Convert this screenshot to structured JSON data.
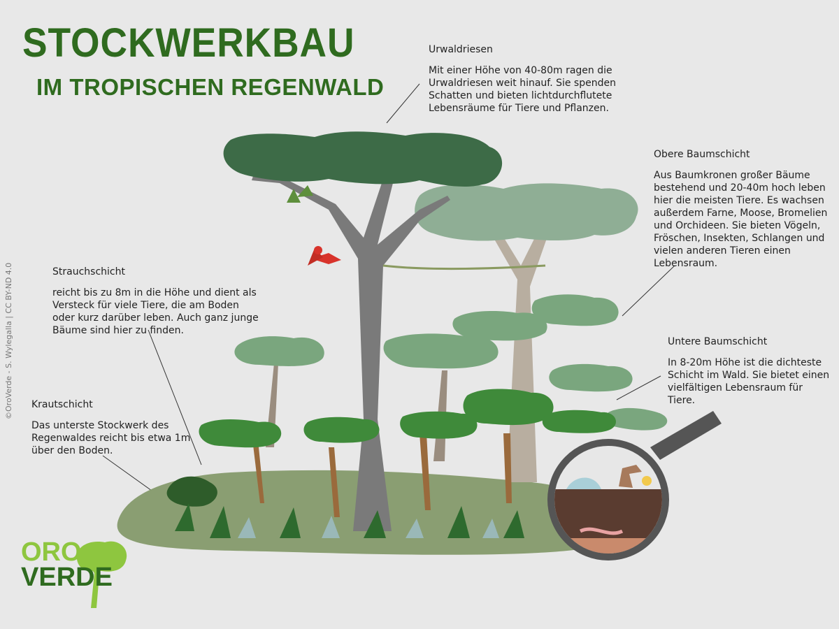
{
  "title": {
    "line1": "STOCKWERKBAU",
    "line2": "IM TROPISCHEN REGENWALD"
  },
  "layers": {
    "urwaldriesen": {
      "heading": "Urwaldriesen",
      "text": "Mit einer Höhe von 40-80m ragen die Urwaldriesen weit hinauf. Sie spenden Schatten und bieten lichtdurchflutete Lebensräume für Tiere und Pflanzen."
    },
    "obere": {
      "heading": "Obere Baumschicht",
      "text": "Aus Baumkronen großer Bäume bestehend und 20-40m hoch leben hier die meisten Tiere. Es wachsen außerdem Farne, Moose, Bromelien und Orchideen. Sie bieten Vögeln, Fröschen, Insekten, Schlangen und vielen anderen Tieren einen Lebensraum."
    },
    "untere": {
      "heading": "Untere Baumschicht",
      "text": "In 8-20m Höhe ist die dichteste Schicht im Wald. Sie bietet einen vielfältigen Lebensraum für Tiere."
    },
    "strauch": {
      "heading": "Strauchschicht",
      "text": "reicht bis zu 8m in die Höhe und dient als Versteck für viele Tiere, die am Boden oder kurz darüber leben. Auch ganz junge Bäume sind hier zu finden."
    },
    "kraut": {
      "heading": "Krautschicht",
      "text": "Das unterste Stockwerk des Regenwaldes reicht bis etwa 1m über den Boden."
    }
  },
  "credit": "©OroVerde - S. Wylegalla | CC BY-ND 4.0",
  "logo": {
    "line1": "ORO",
    "line2": "VERDE"
  },
  "colors": {
    "title": "#2f6b1f",
    "canopy_dark": "#3d6b47",
    "canopy_light": "#8fae95",
    "understory": "#7aa67e",
    "shrub": "#3f8a3a",
    "ground": "#8a9e72",
    "trunk": "#7a7a7a",
    "logo_light": "#8ec63f"
  }
}
